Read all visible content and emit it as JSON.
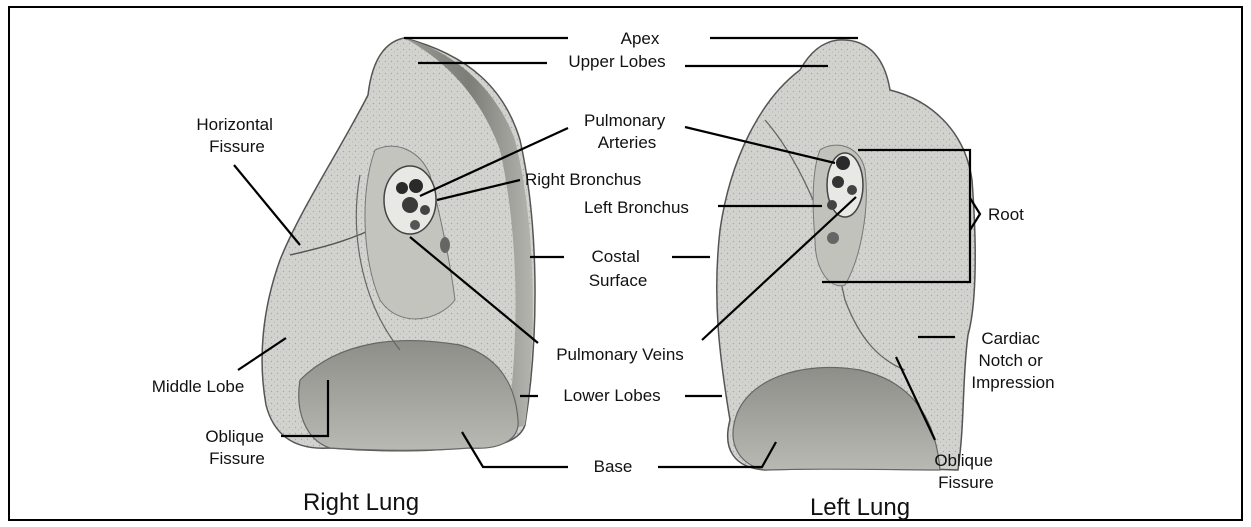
{
  "labels": {
    "apex": "Apex",
    "upper_lobes": "Upper Lobes",
    "horizontal_fissure": [
      "Horizontal",
      "Fissure"
    ],
    "pulmonary_arteries": [
      "Pulmonary",
      "Arteries"
    ],
    "right_bronchus": "Right Bronchus",
    "left_bronchus": "Left Bronchus",
    "root": "Root",
    "costal_surface": [
      "Costal",
      "Surface"
    ],
    "pulmonary_veins": "Pulmonary Veins",
    "cardiac_notch": [
      "Cardiac",
      "Notch or",
      "Impression"
    ],
    "middle_lobe": "Middle Lobe",
    "lower_lobes": "Lower Lobes",
    "oblique_fissure_right": [
      "Oblique",
      "Fissure"
    ],
    "oblique_fissure_left": [
      "Oblique",
      "Fissure"
    ],
    "base": "Base"
  },
  "captions": {
    "right_lung": "Right Lung",
    "left_lung": "Left Lung"
  },
  "colors": {
    "border": "#000000",
    "lung_fill": "#d4d4d0",
    "lung_shade": "#a9a9a4",
    "lung_dark": "#7c7c78",
    "hilum": "#3a3a3a"
  }
}
